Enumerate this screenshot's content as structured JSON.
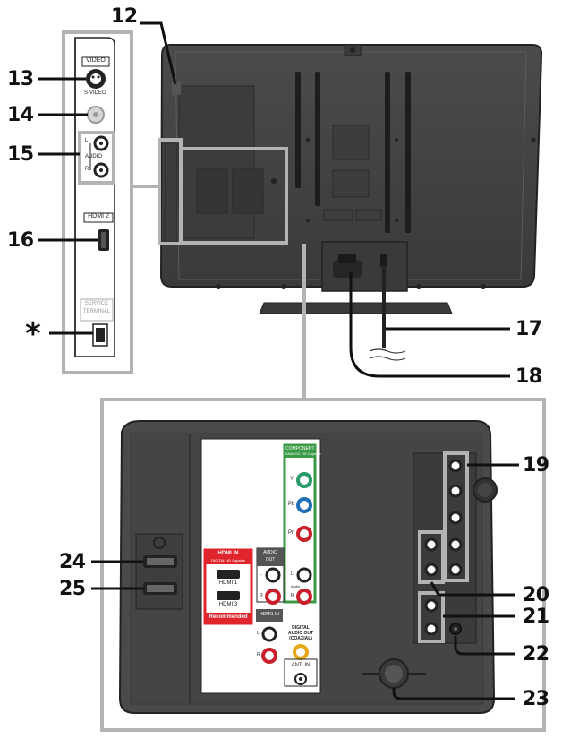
{
  "callouts": {
    "n12": "12",
    "n13": "13",
    "n14": "14",
    "n15": "15",
    "n16": "16",
    "star": "*",
    "n17": "17",
    "n18": "18",
    "n19": "19",
    "n20": "20",
    "n21": "21",
    "n22": "22",
    "n23": "23",
    "n24": "24",
    "n25": "25"
  },
  "side_panel": {
    "video": "VIDEO",
    "svideo": "S-VIDEO",
    "l": "L",
    "audio": "AUDIO",
    "r": "R",
    "hdmi2": "HDMI 2",
    "service_1": "SERVICE",
    "service_2": "TERMINAL"
  },
  "rear_panel": {
    "component": "COMPONENT",
    "component_sub": "ANALOG HD Capable",
    "y": "Y",
    "pb": "Pb",
    "pr": "Pr",
    "audio_out": "AUDIO",
    "audio_out_2": "OUT",
    "l": "L",
    "r": "R",
    "audio_small": "Audio",
    "hdmi_in": "HDMI IN",
    "hdmi_in_sub": "DIGITAL HD Capable",
    "hdmi1": "HDMI 1",
    "hdmi3": "HDMI 3",
    "recommended": "Recommended",
    "hdmi1_in": "HDMI1 IN",
    "digital_1": "DIGITAL",
    "digital_2": "AUDIO OUT",
    "digital_3": "(COAXIAL)",
    "ant": "ANT. IN"
  },
  "colors": {
    "component_green": "#3a9a45",
    "hdmi_red": "#e0262c",
    "jack_red": "#c8202a",
    "jack_green": "#2a9a6a",
    "jack_blue": "#1e6fb8",
    "jack_yellow": "#e6a817",
    "highlight_gray": "#b3b3b3",
    "tv_body": "#444444"
  }
}
